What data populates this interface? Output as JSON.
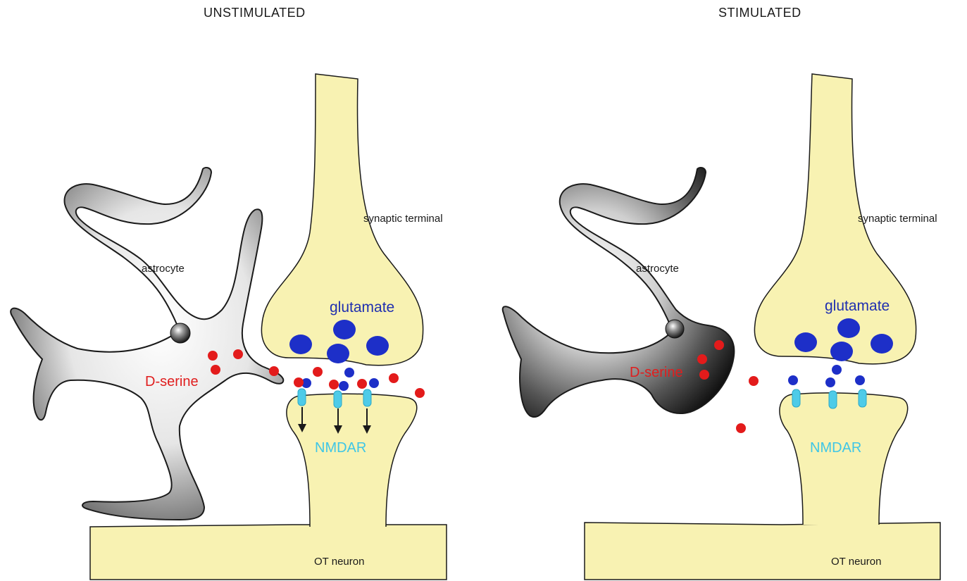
{
  "colors": {
    "neuron_fill": "#f8f2b2",
    "outline": "#1a1a1a",
    "glutamate": "#1d2fc8",
    "d_serine": "#e31b1b",
    "nmdar": "#4ecbe8",
    "astrocyte_light": "#f2f2f2",
    "astrocyte_dark": "#1a1a1a"
  },
  "panels": [
    {
      "title": "UNSTIMULATED",
      "labels": {
        "synaptic_terminal": "synaptic terminal",
        "astrocyte": "astrocyte",
        "glutamate": "glutamate",
        "d_serine": "D-serine",
        "nmdar": "NMDAR",
        "ot_neuron": "OT neuron"
      }
    },
    {
      "title": "STIMULATED",
      "labels": {
        "synaptic_terminal": "synaptic terminal",
        "astrocyte": "astrocyte",
        "glutamate": "glutamate",
        "d_serine": "D-serine",
        "nmdar": "NMDAR",
        "ot_neuron": "OT neuron"
      }
    }
  ]
}
